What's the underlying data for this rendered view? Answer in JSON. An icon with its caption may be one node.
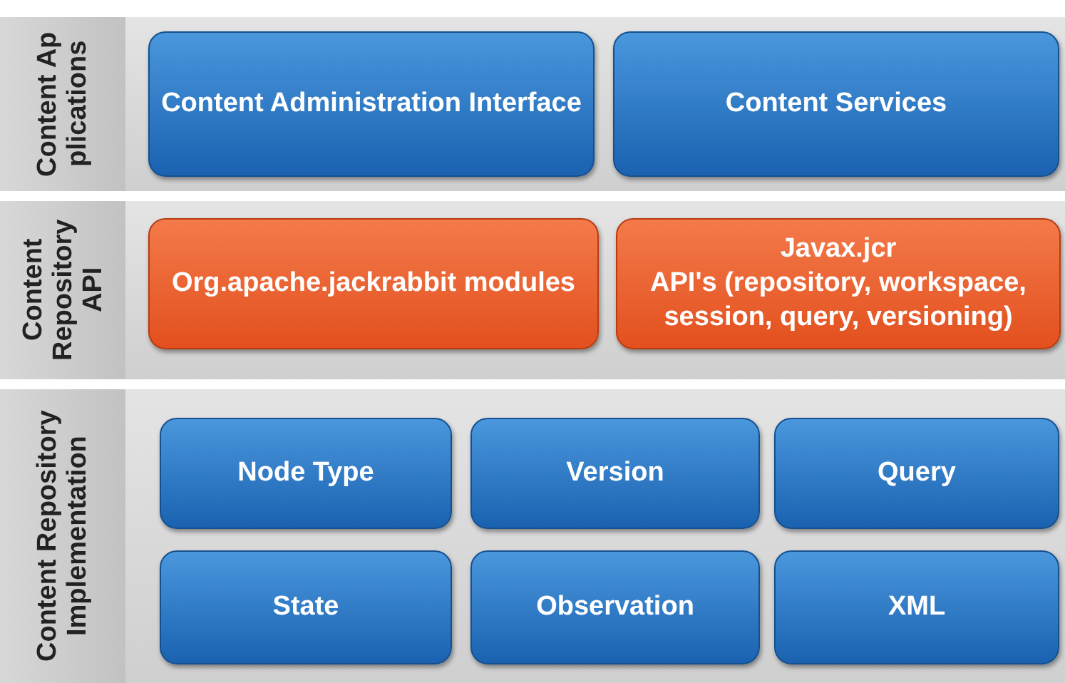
{
  "diagram": {
    "nodes": [
      {
        "text": [
          "Content Applications"
        ]
      },
      {
        "text": [
          "Content Administration Interface"
        ],
        "in": 0
      },
      {
        "text": [
          "Content Services"
        ],
        "in": 0
      },
      {
        "text": [
          "Content Repository API"
        ]
      },
      {
        "text": [
          "Org.apache.jackrabbit modules"
        ],
        "in": 3
      },
      {
        "text": [
          "Javax.jcr",
          "API's (repository, workspace, session, query, versioning)"
        ],
        "in": 3
      },
      {
        "text": [
          "Content Repository Implementation"
        ]
      },
      {
        "text": [
          "Node Type"
        ],
        "in": 6
      },
      {
        "text": [
          "Version"
        ],
        "in": 6
      },
      {
        "text": [
          "Query"
        ],
        "in": 6
      },
      {
        "text": [
          "State"
        ],
        "in": 6
      },
      {
        "text": [
          "Observation"
        ],
        "in": 6
      },
      {
        "text": [
          "XML"
        ],
        "in": 6
      }
    ]
  }
}
